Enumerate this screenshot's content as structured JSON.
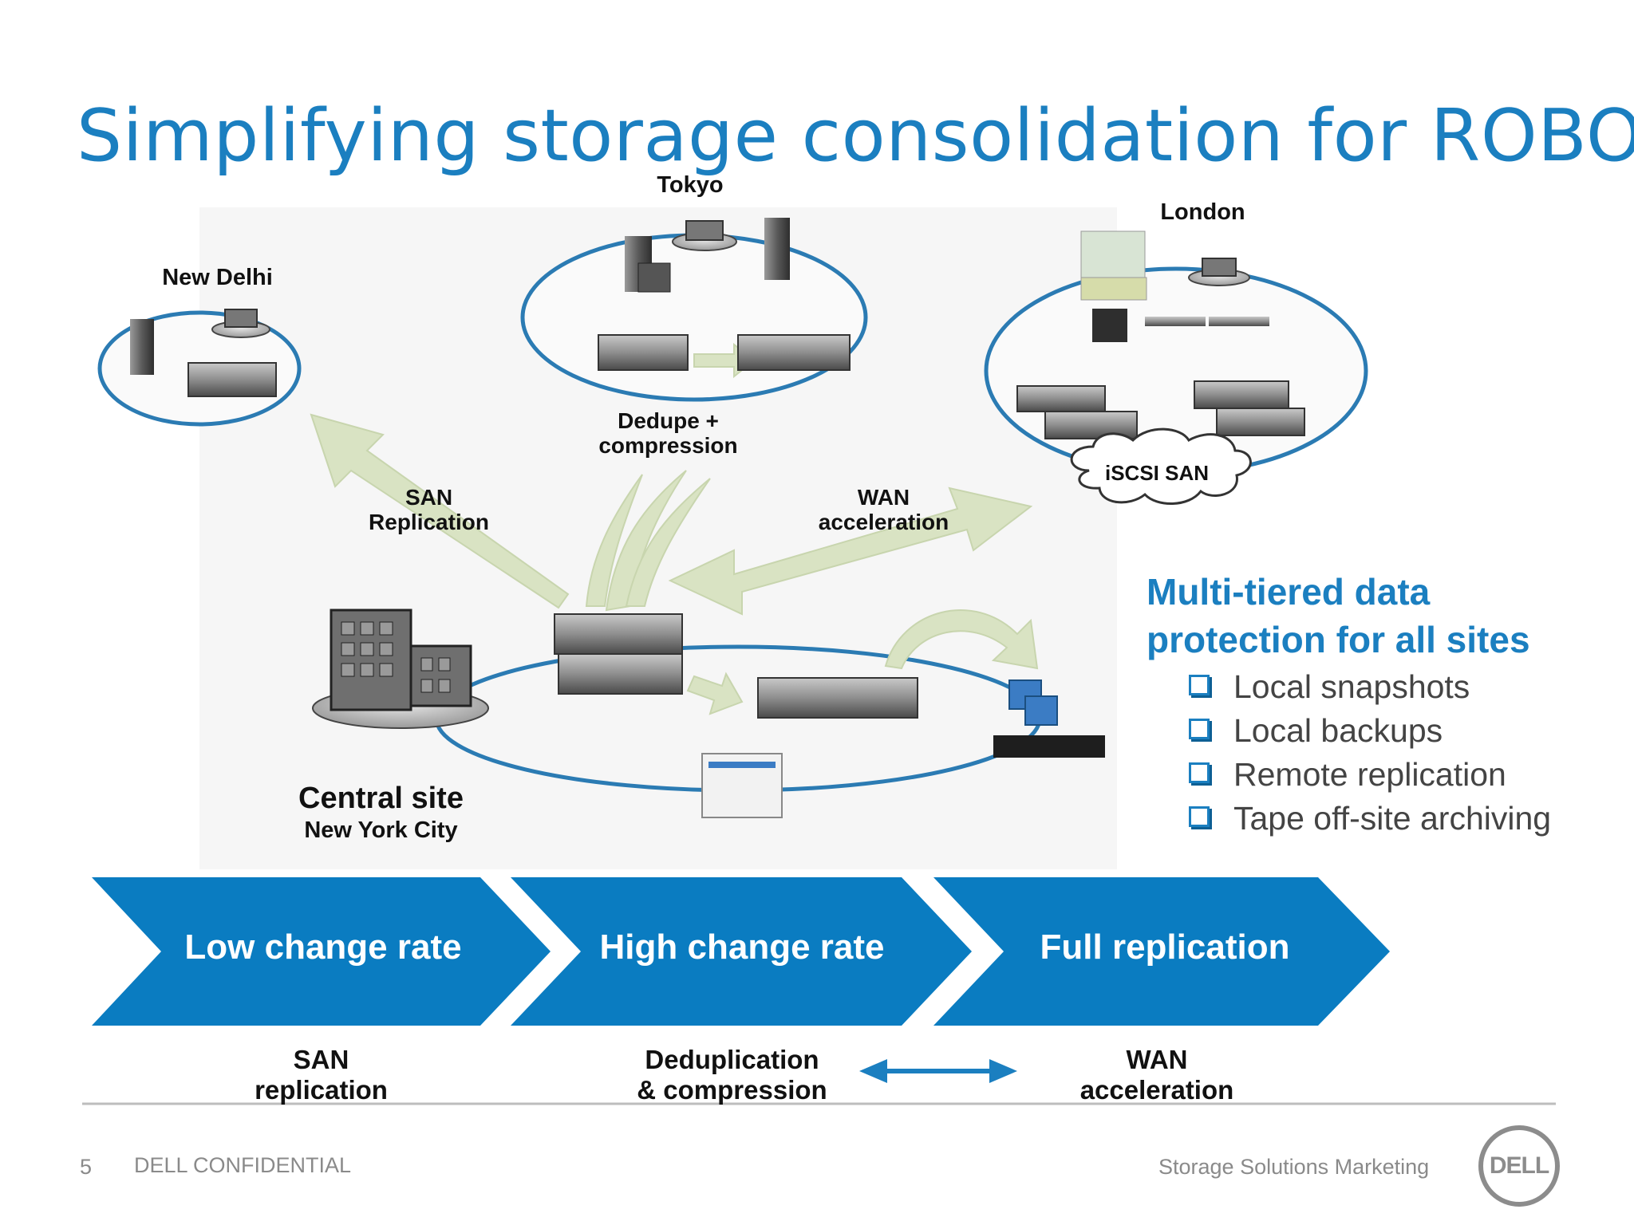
{
  "slide": {
    "title": "Simplifying storage consolidation for ROBO"
  },
  "sites": {
    "new_delhi": "New Delhi",
    "tokyo": "Tokyo",
    "london": "London",
    "central_title": "Central site",
    "central_subtitle": "New York City"
  },
  "links": {
    "san_replication": [
      "SAN",
      "Replication"
    ],
    "dedupe": [
      "Dedupe +",
      "compression"
    ],
    "wan": [
      "WAN",
      "acceleration"
    ],
    "iscsi": "iSCSI SAN"
  },
  "protection": {
    "title_lines": [
      "Multi-tiered data",
      "protection for all sites"
    ],
    "bullets": [
      "Local snapshots",
      "Local backups",
      "Remote replication",
      "Tape off-site archiving"
    ]
  },
  "process": {
    "steps": [
      "Low change rate",
      "High change rate",
      "Full replication"
    ],
    "labels": [
      [
        "SAN",
        "replication"
      ],
      [
        "Deduplication",
        "& compression"
      ],
      [
        "WAN",
        "acceleration"
      ]
    ]
  },
  "footer": {
    "page_number": "5",
    "confidential": "DELL CONFIDENTIAL",
    "department": "Storage Solutions Marketing",
    "logo_text": "DELL"
  },
  "colors": {
    "brand_blue": "#1b7fc0",
    "ring_blue": "#2b7bb3",
    "arrow_green": "#d9e3c3"
  }
}
